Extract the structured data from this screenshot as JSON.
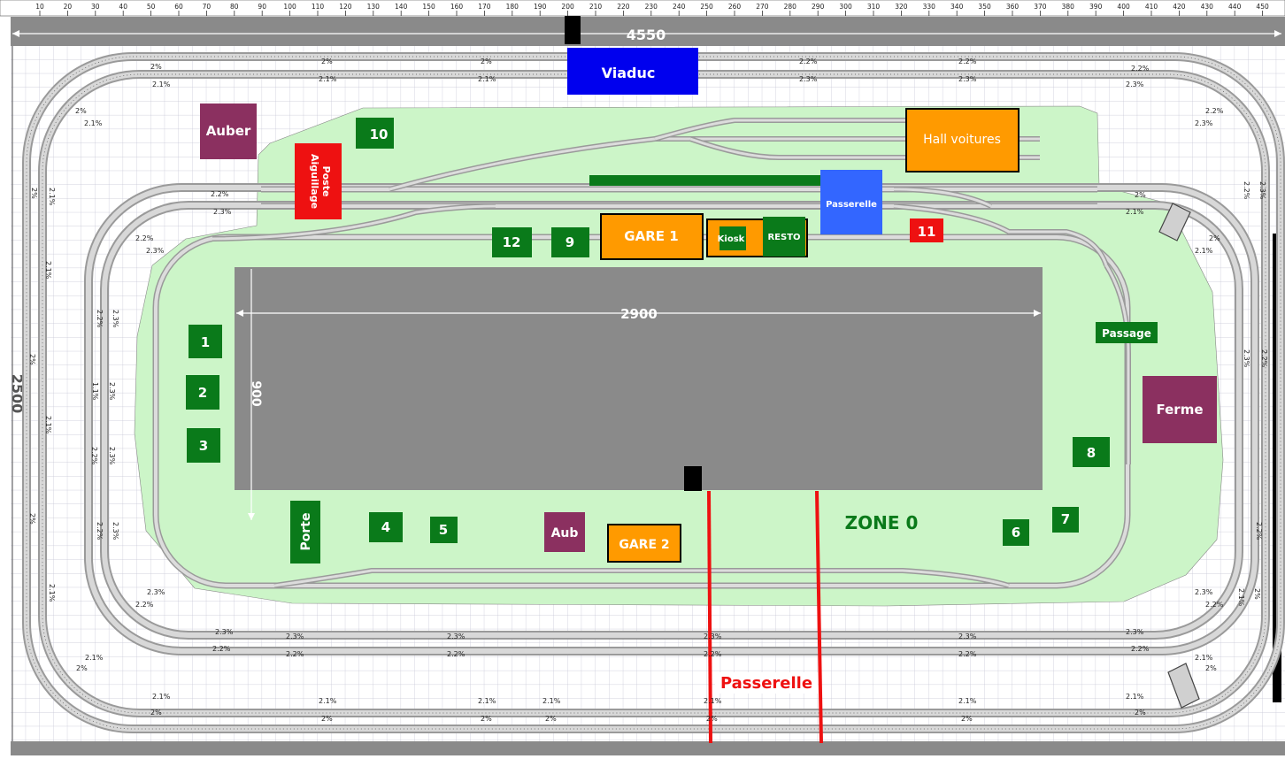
{
  "ruler": {
    "ticks": [
      "10",
      "20",
      "30",
      "40",
      "50",
      "60",
      "70",
      "80",
      "90",
      "100",
      "110",
      "120",
      "130",
      "140",
      "150",
      "160",
      "170",
      "180",
      "190",
      "200",
      "210",
      "220",
      "230",
      "240",
      "250",
      "260",
      "270",
      "280",
      "290",
      "300",
      "310",
      "320",
      "330",
      "340",
      "350",
      "360",
      "370",
      "380",
      "390",
      "400",
      "410",
      "420",
      "430",
      "440",
      "450"
    ]
  },
  "dimensions": {
    "width": "4550",
    "height": "2500",
    "inner_width": "2900",
    "inner_height": "900"
  },
  "zone_label": "ZONE 0",
  "structures": {
    "viaduc": "Viaduc",
    "auber": "Auber",
    "poste_line1": "Poste",
    "poste_line2": "Aiguillage",
    "hall": "Hall voitures",
    "passerelle_top": "Passerelle",
    "gare1": "GARE 1",
    "kiosk": "Kiosk",
    "resto": "RESTO",
    "passage": "Passage",
    "ferme": "Ferme",
    "porte": "Porte",
    "aub": "Aub",
    "gare2": "GARE 2",
    "passerelle_bottom": "Passerelle"
  },
  "numbered_blocks": [
    "1",
    "2",
    "3",
    "4",
    "5",
    "6",
    "7",
    "8",
    "9",
    "10",
    "11",
    "12"
  ],
  "grades": {
    "g20": "2%",
    "g21": "2.1%",
    "g22": "2.2%",
    "g23": "2.3%",
    "g11": "1.1%"
  },
  "colors": {
    "grid": "#c8c8d8",
    "baseboard": "#ccf5c8",
    "track": "#b0b0b0",
    "platform": "#8a8a8a",
    "green": "#0a7a1a",
    "orange": "#ff9a00",
    "purple": "#8b3060",
    "blue": "#0000ee",
    "passerelle_blue": "#3366ff",
    "red": "#ee1111"
  }
}
